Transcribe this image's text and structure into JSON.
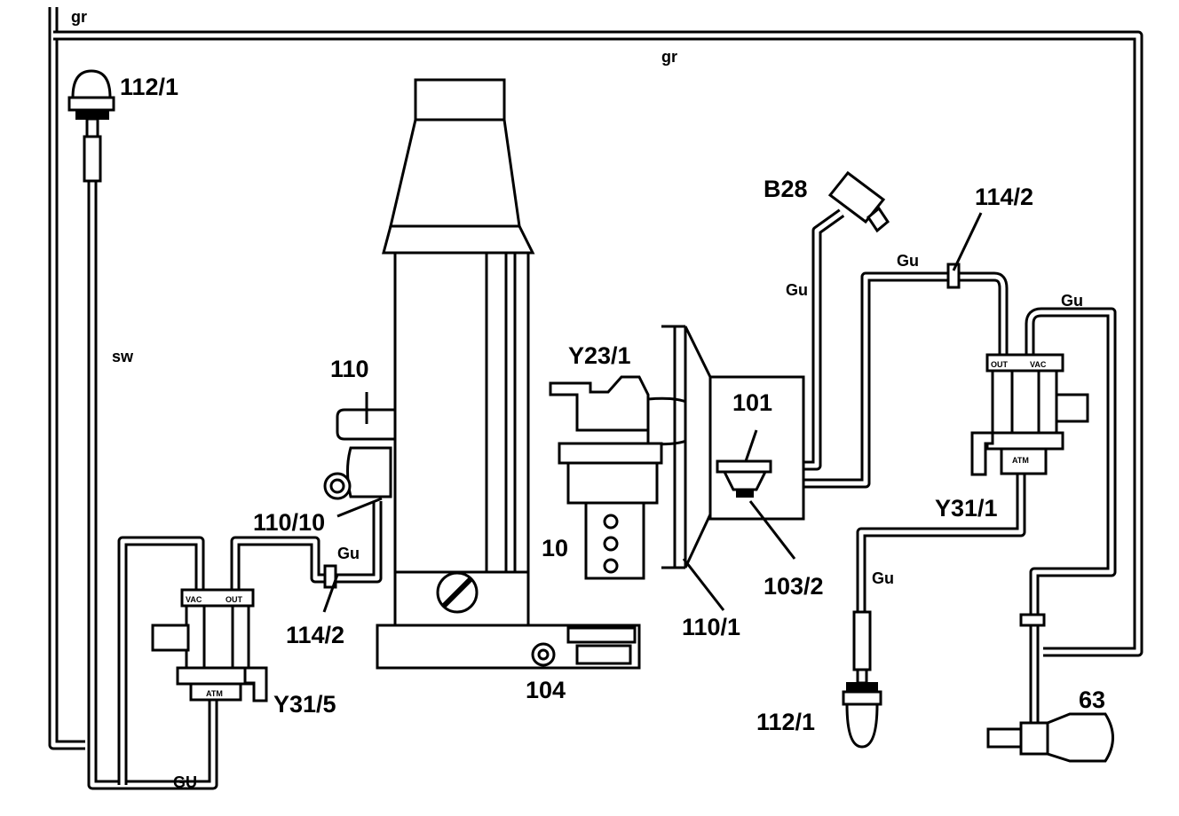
{
  "labels": {
    "l_112_1_top": "112/1",
    "l_112_1_bottom": "112/1",
    "l_110": "110",
    "l_110_10": "110/10",
    "l_114_2_left": "114/2",
    "l_114_2_right": "114/2",
    "l_y31_5": "Y31/5",
    "l_y31_1": "Y31/1",
    "l_y23_1": "Y23/1",
    "l_10": "10",
    "l_101": "101",
    "l_103_2": "103/2",
    "l_110_1": "110/1",
    "l_104": "104",
    "l_b28": "B28",
    "l_63": "63"
  },
  "hose_colors": {
    "gr_top_left": "gr",
    "gr_top_mid": "gr",
    "sw": "sw",
    "gu_bottom": "GU",
    "gu_left_valve": "Gu",
    "gu_b28": "Gu",
    "gu_114_2_right": "Gu",
    "gu_y31_1_vac": "Gu",
    "gu_112_1_bottom": "Gu"
  },
  "valve_ports": {
    "y31_5_vac": "VAC",
    "y31_5_out": "OUT",
    "y31_5_atm": "ATM",
    "y31_1_out": "OUT",
    "y31_1_vac": "VAC",
    "y31_1_atm": "ATM"
  },
  "colors": {
    "ink": "#000000",
    "paper": "#ffffff"
  }
}
